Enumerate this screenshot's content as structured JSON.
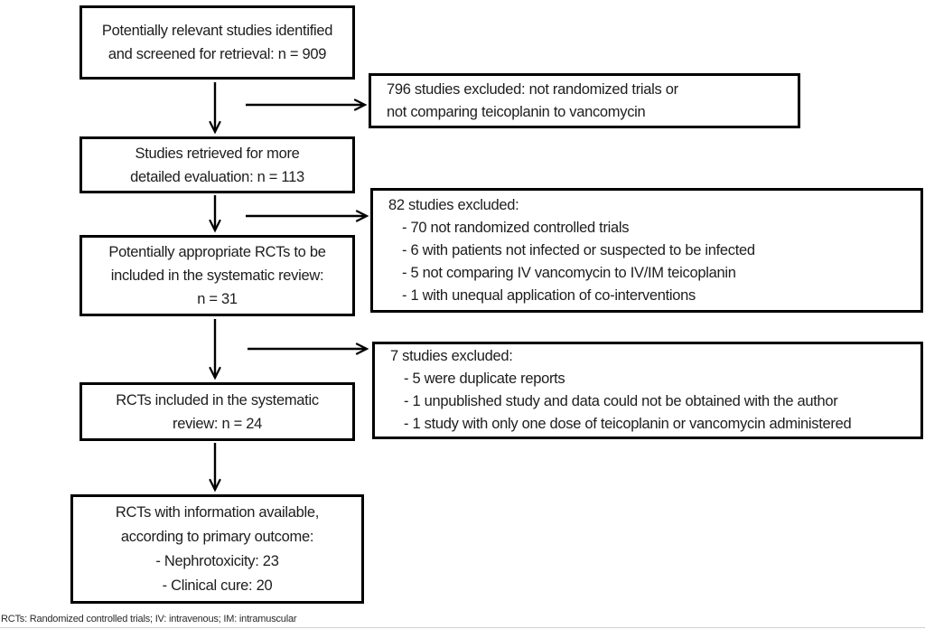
{
  "flow": {
    "identified": {
      "lines": [
        "Potentially relevant studies identified",
        "and screened for retrieval: n = 909"
      ]
    },
    "retrieved": {
      "lines": [
        "Studies retrieved for more",
        "detailed evaluation: n = 113"
      ]
    },
    "appropriate": {
      "lines": [
        "Potentially appropriate RCTs to be",
        "included in the systematic review:",
        "n = 31"
      ]
    },
    "included": {
      "lines": [
        "RCTs included in the systematic",
        "review: n = 24"
      ]
    },
    "outcome": {
      "lines": [
        "RCTs with information available,",
        "according to primary outcome:",
        "- Nephrotoxicity: 23",
        "- Clinical cure: 20"
      ]
    }
  },
  "exclusions": {
    "e1": {
      "lines": [
        "796 studies excluded: not randomized trials or",
        "not comparing teicoplanin to vancomycin"
      ]
    },
    "e2": {
      "title": "82 studies excluded:",
      "items": [
        "- 70 not randomized controlled trials",
        "- 6 with patients not infected or suspected to be infected",
        "- 5 not comparing IV vancomycin to IV/IM teicoplanin",
        "- 1 with unequal application of co-interventions"
      ]
    },
    "e3": {
      "title": "7 studies excluded:",
      "items": [
        "- 5 were duplicate reports",
        "- 1 unpublished study and data could not be obtained with the author",
        "- 1 study with only one dose of teicoplanin or vancomycin administered"
      ]
    }
  },
  "footnote": "RCTs: Randomized controlled trials; IV: intravenous; IM: intramuscular",
  "colors": {
    "line": "#000000",
    "text": "#1d1d1f",
    "background": "#ffffff"
  }
}
